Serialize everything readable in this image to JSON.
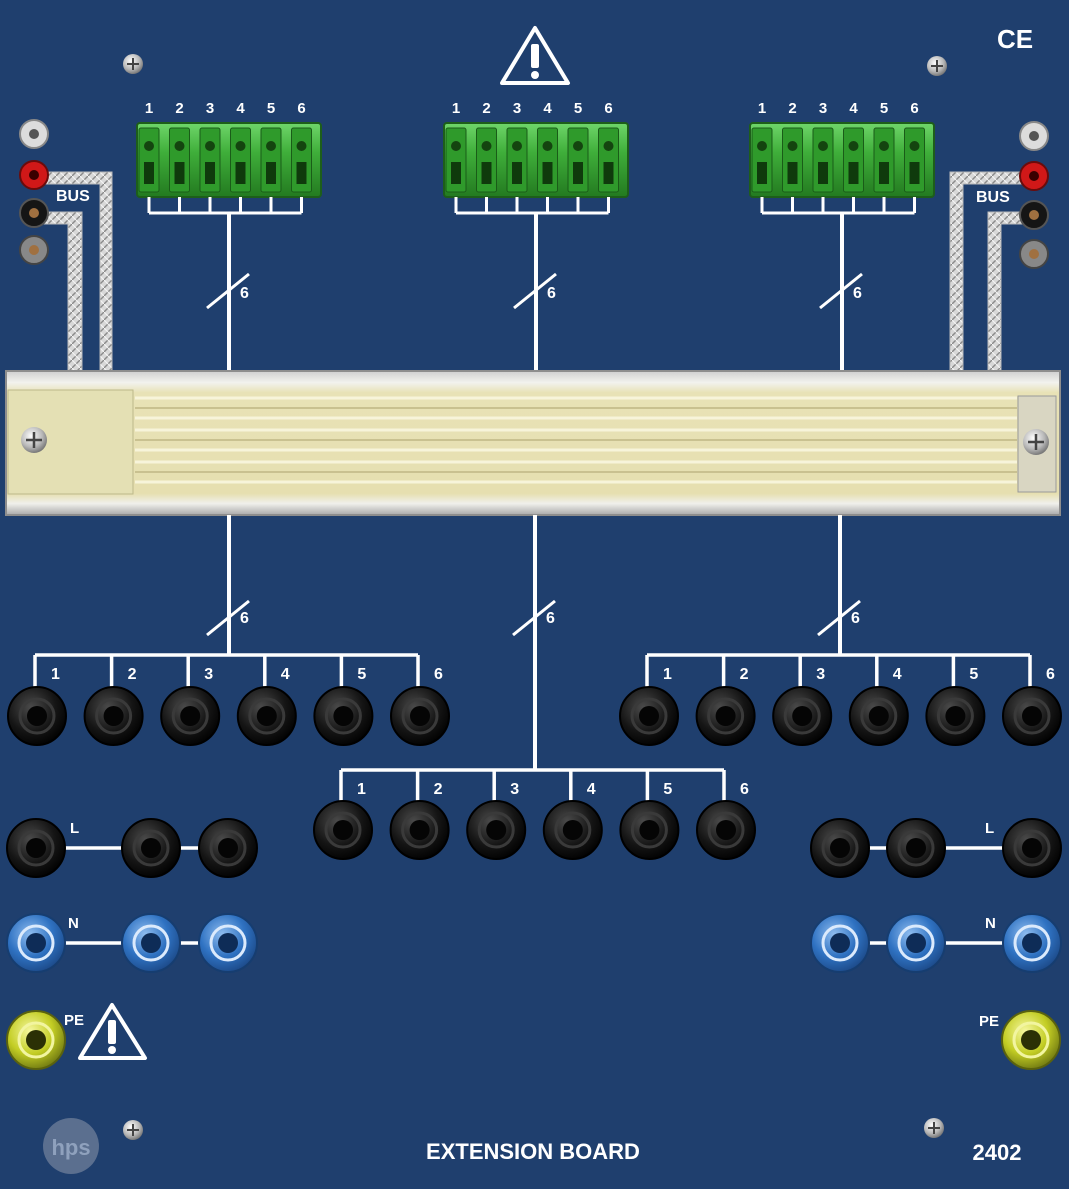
{
  "panel": {
    "title": "EXTENSION BOARD",
    "model_number": "2402",
    "logo_text": "hps",
    "ce_mark": "CE",
    "bus_label_left": "BUS",
    "bus_label_right": "BUS",
    "bus_count_label": "6",
    "pin_numbers": [
      "1",
      "2",
      "3",
      "4",
      "5",
      "6"
    ],
    "line_labels": {
      "l": "L",
      "n": "N",
      "pe": "PE"
    }
  },
  "colors": {
    "panel_background": "#1f3f6e",
    "terminal_block_green": "#3fae3a",
    "socket_black": "#111111",
    "socket_blue": "#2a6fc4",
    "socket_pe_yellow": "#c9d21e",
    "wiring_white": "#ffffff",
    "rail_cream": "#e9e3b8"
  },
  "icons": [
    "warning-triangle-icon",
    "screw-icon",
    "hps-logo",
    "ce-mark"
  ]
}
